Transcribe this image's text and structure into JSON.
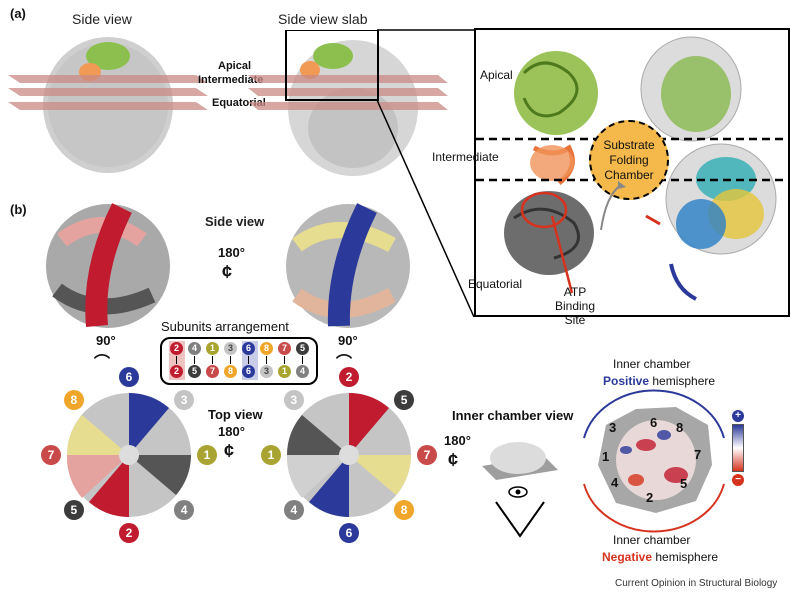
{
  "panel_a": {
    "label": "(a)",
    "side_view_title": "Side view",
    "side_view_slab_title": "Side view slab",
    "planes": [
      "Apical",
      "Intermediate",
      "Equatorial"
    ],
    "zoom": {
      "domains": [
        "Apical",
        "Intermediate",
        "Equatorial"
      ],
      "chamber_label": "Substrate Folding Chamber",
      "atp_label": "ATP Binding Site"
    }
  },
  "panel_b": {
    "label": "(b)",
    "side_view_label": "Side view",
    "rot_180": "180°",
    "rot_90": "90°",
    "subunits_title": "Subunits arrangement",
    "subunits_top_row": [
      "2",
      "4",
      "1",
      "3",
      "6",
      "8",
      "7",
      "5"
    ],
    "subunits_bottom_row": [
      "2",
      "5",
      "7",
      "8",
      "6",
      "3",
      "1",
      "4"
    ],
    "top_view_label": "Top view",
    "top_view_angle": "180°",
    "left_ring_numbers": [
      "6",
      "3",
      "1",
      "4",
      "2",
      "5",
      "7",
      "8"
    ],
    "right_ring_numbers": [
      "2",
      "5",
      "7",
      "8",
      "6",
      "4",
      "1",
      "3"
    ],
    "inner_chamber_view_label": "Inner chamber view",
    "inner_chamber_angle": "180°",
    "inner_chamber_top": {
      "line1": "Inner chamber",
      "emph": "Positive",
      "rest": " hemisphere"
    },
    "inner_chamber_bottom": {
      "line1": "Inner chamber",
      "emph": "Negative",
      "rest": " hemisphere"
    },
    "map_numbers": [
      "6",
      "8",
      "3",
      "1",
      "7",
      "4",
      "5",
      "2"
    ],
    "scale_plus": "+",
    "scale_minus": "−"
  },
  "colors": {
    "red": "#c01b2f",
    "blue": "#2b3a9a",
    "gray_dark": "#3c3c3c",
    "gray_mid": "#808080",
    "gray_light": "#c4c4c4",
    "yellow_olive": "#a9a431",
    "orange": "#f0a62a",
    "pink": "#e5a3a0",
    "green": "#7cb33a",
    "chamber_fill": "#f5b84a"
  },
  "footer": "Current Opinion in Structural Biology"
}
